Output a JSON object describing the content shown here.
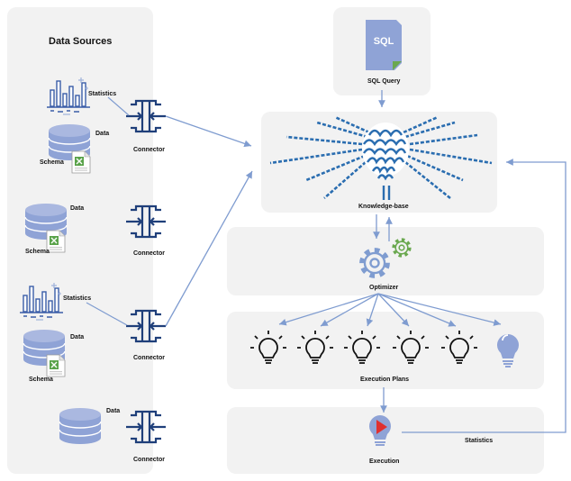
{
  "left_panel": {
    "title": "Data Sources"
  },
  "sources": [
    {
      "statistics": "Statistics",
      "data": "Data",
      "schema": "Schema",
      "connector": "Connector"
    },
    {
      "data": "Data",
      "schema": "Schema",
      "connector": "Connector"
    },
    {
      "statistics": "Statistics",
      "data": "Data",
      "schema": "Schema",
      "connector": "Connector"
    },
    {
      "data": "Data",
      "connector": "Connector"
    }
  ],
  "sql": {
    "icon_text": "SQL",
    "label": "SQL Query"
  },
  "knowledge_base": {
    "label": "Knowledge-base"
  },
  "optimizer": {
    "label": "Optimizer"
  },
  "execution_plans": {
    "label": "Execution Plans",
    "count": 6
  },
  "execution": {
    "label": "Execution"
  },
  "feedback": {
    "label": "Statistics"
  },
  "colors": {
    "accent": "#7f9cd0",
    "db_fill": "#8fa3d6",
    "connector": "#1f3f7a",
    "panel": "#f2f2f2",
    "brain": "#2a6db0",
    "gear_green": "#6aa84f",
    "play_red": "#e03030"
  }
}
